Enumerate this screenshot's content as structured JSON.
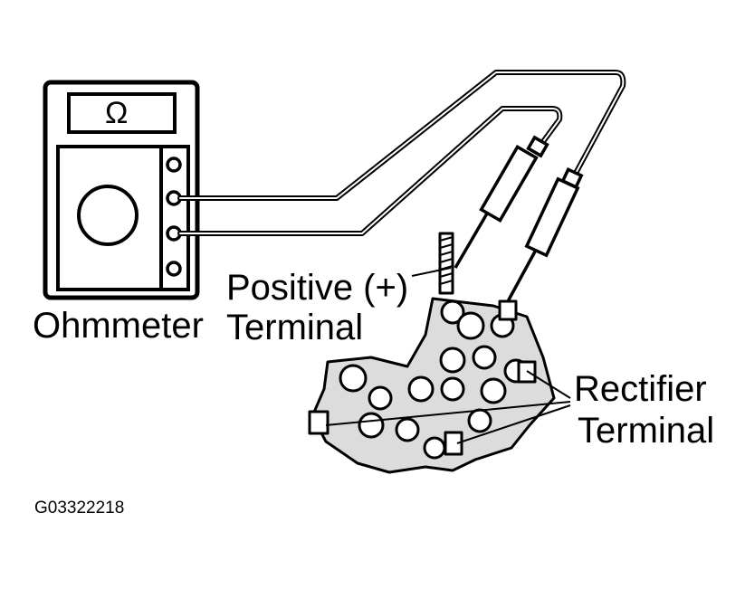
{
  "meter": {
    "name": "Ohmmeter",
    "display_symbol": "Ω"
  },
  "labels": {
    "positive_line1": "Positive (+)",
    "positive_line2": "Terminal",
    "rectifier_line1": "Rectifier",
    "rectifier_line2": "Terminal"
  },
  "figure_code": "G03322218",
  "colors": {
    "ink": "#000000",
    "paper": "#ffffff",
    "body_fill": "#dcdcdc"
  }
}
